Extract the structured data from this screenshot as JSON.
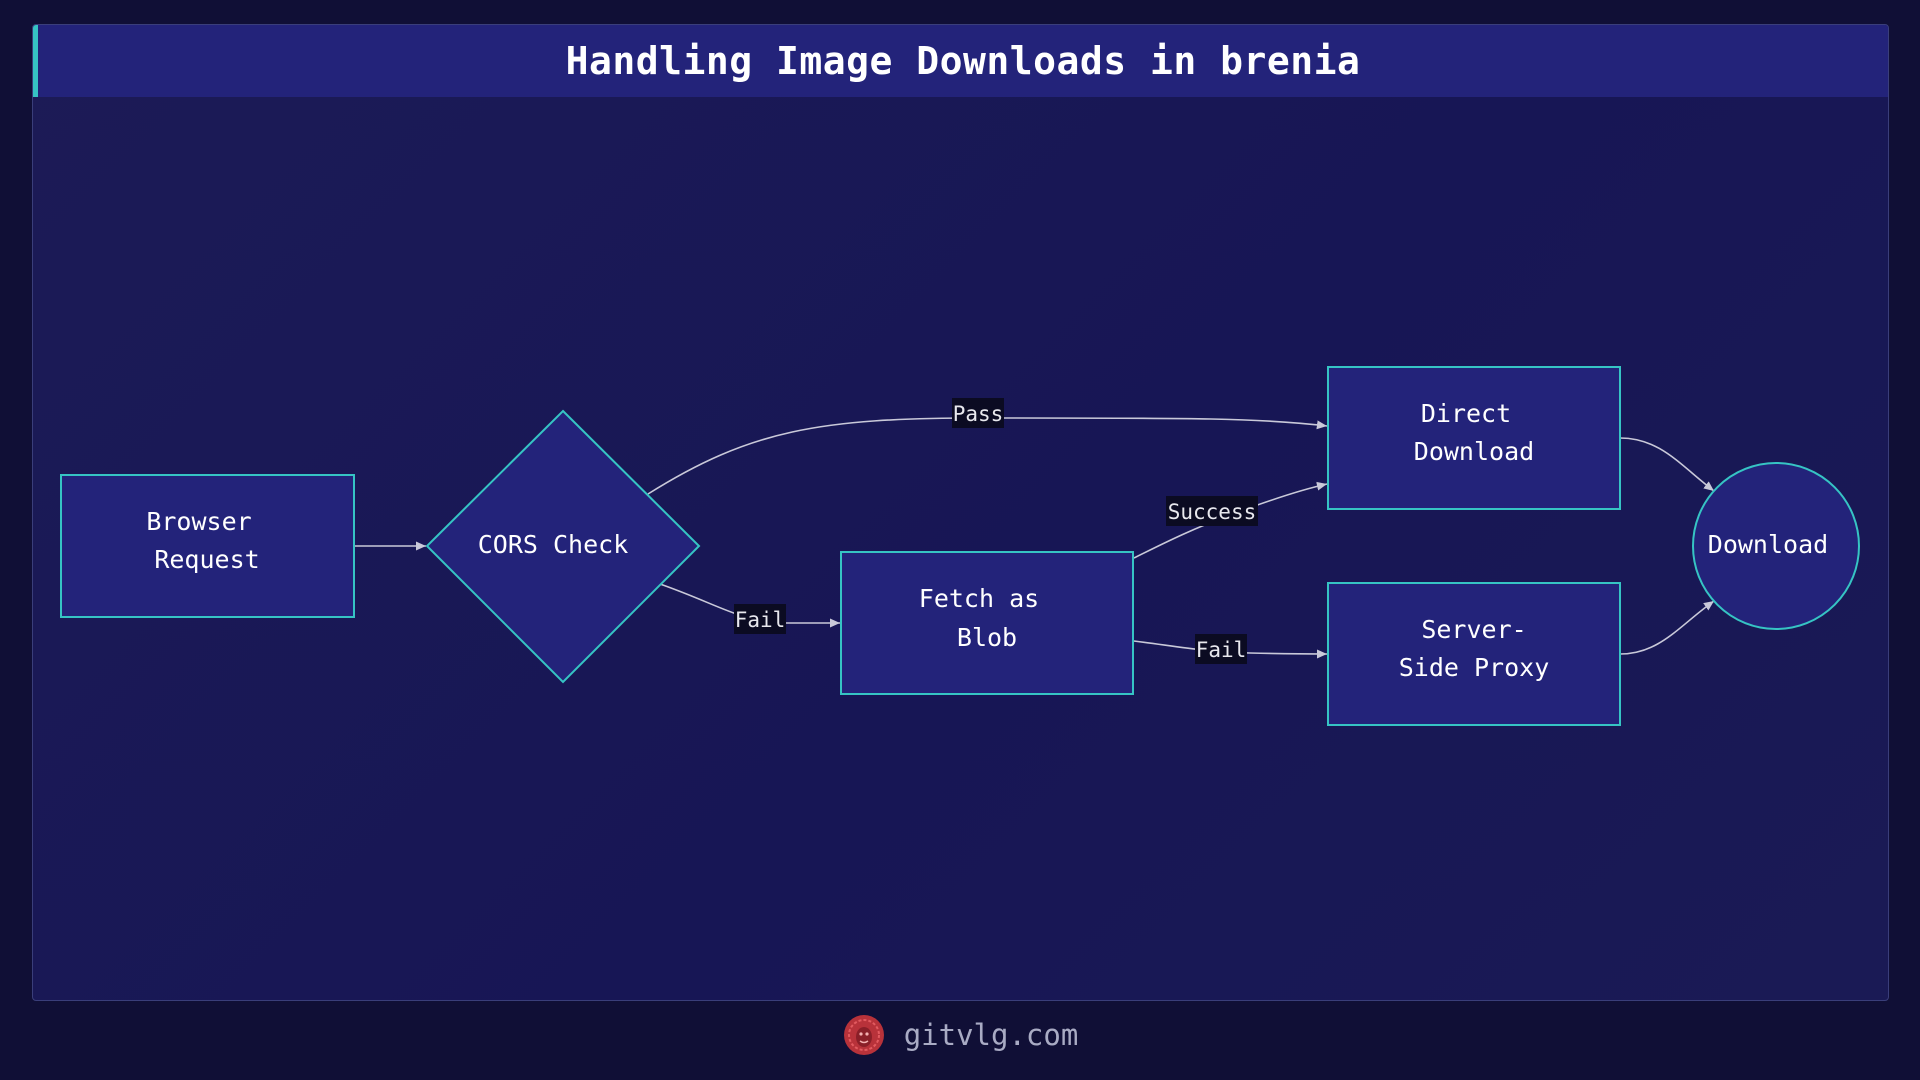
{
  "title": "Handling Image Downloads in brenia",
  "nodes": {
    "browser_request": [
      "Browser",
      "Request"
    ],
    "cors_check": "CORS Check",
    "fetch_blob": [
      "Fetch as",
      "Blob"
    ],
    "direct_download": [
      "Direct",
      "Download"
    ],
    "server_proxy": [
      "Server-",
      "Side Proxy"
    ],
    "download": "Download"
  },
  "edges": {
    "pass": "Pass",
    "fail_cors": "Fail",
    "success": "Success",
    "fail_blob": "Fail"
  },
  "footer": {
    "site": "gitvlg.com",
    "logo_icon": "lion-head-icon"
  },
  "colors": {
    "node_fill": "#23237a",
    "node_stroke": "#36c4c4",
    "edge": "#c9c9d9",
    "accent": "#36c4c4"
  }
}
